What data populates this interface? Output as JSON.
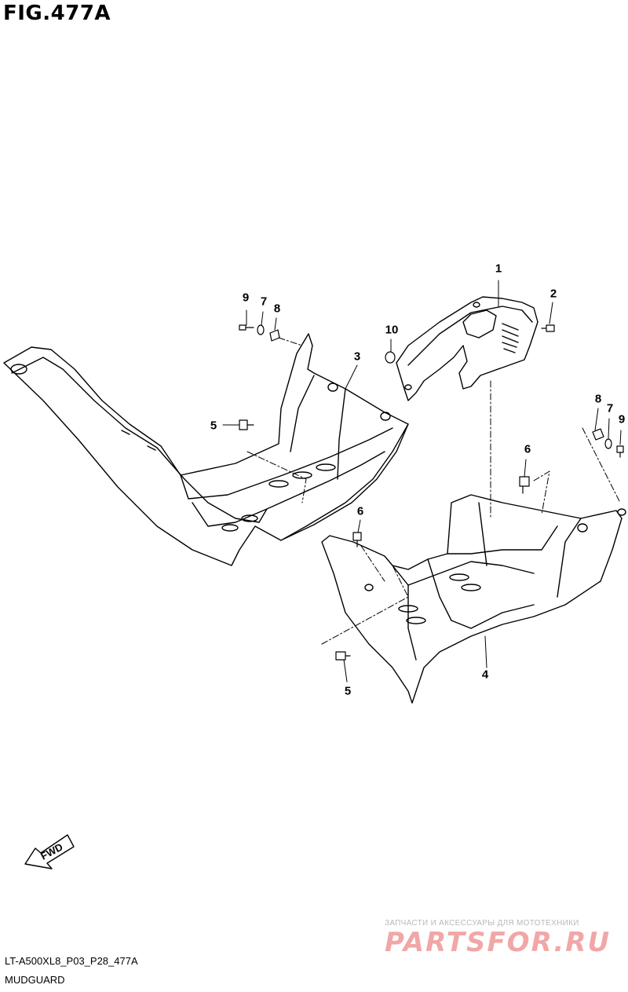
{
  "figure": {
    "title": "FIG.477A",
    "model_code": "LT-A500XL8_P03_P28_477A",
    "section_name": "MUDGUARD"
  },
  "fwd_arrow": {
    "label": "FWD"
  },
  "watermark": {
    "tagline": "ЗАПЧАСТИ И АКСЕССУАРЫ ДЛЯ МОТОТЕХНИКИ",
    "logo": "PARTSFOR.RU",
    "color": "#f1a7a7"
  },
  "callouts": [
    {
      "id": "c1",
      "label": "1"
    },
    {
      "id": "c2",
      "label": "2"
    },
    {
      "id": "c3",
      "label": "3"
    },
    {
      "id": "c4",
      "label": "4"
    },
    {
      "id": "c5a",
      "label": "5"
    },
    {
      "id": "c5b",
      "label": "5"
    },
    {
      "id": "c6a",
      "label": "6"
    },
    {
      "id": "c6b",
      "label": "6"
    },
    {
      "id": "c7a",
      "label": "7"
    },
    {
      "id": "c7b",
      "label": "7"
    },
    {
      "id": "c8a",
      "label": "8"
    },
    {
      "id": "c8b",
      "label": "8"
    },
    {
      "id": "c9a",
      "label": "9"
    },
    {
      "id": "c9b",
      "label": "9"
    },
    {
      "id": "c10",
      "label": "10"
    }
  ]
}
